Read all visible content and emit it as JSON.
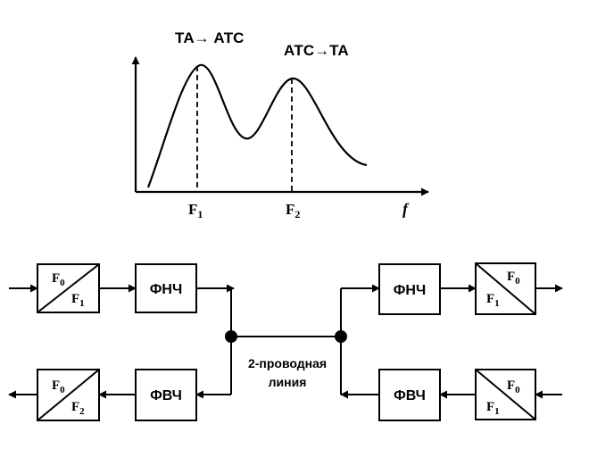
{
  "spectrum": {
    "label_left_peak": "ТА→ АТС",
    "label_right_peak": "АТС→ТА",
    "tick_f1": "F",
    "tick_f1_sub": "1",
    "tick_f2": "F",
    "tick_f2_sub": "2",
    "axis_f": "f"
  },
  "blocks": {
    "mod_tl_top": "F",
    "mod_tl_top_sub": "0",
    "mod_tl_bot": "F",
    "mod_tl_bot_sub": "1",
    "lpf_left": "ФНЧ",
    "mod_bl_top": "F",
    "mod_bl_top_sub": "0",
    "mod_bl_bot": "F",
    "mod_bl_bot_sub": "2",
    "hpf_left": "ФВЧ",
    "lpf_right": "ФНЧ",
    "mod_tr_top": "F",
    "mod_tr_top_sub": "0",
    "mod_tr_bot": "F",
    "mod_tr_bot_sub": "1",
    "hpf_right": "ФВЧ",
    "mod_br_top": "F",
    "mod_br_top_sub": "0",
    "mod_br_bot": "F",
    "mod_br_bot_sub": "1"
  },
  "line_label": {
    "line1": "2-проводная",
    "line2": "линия"
  }
}
